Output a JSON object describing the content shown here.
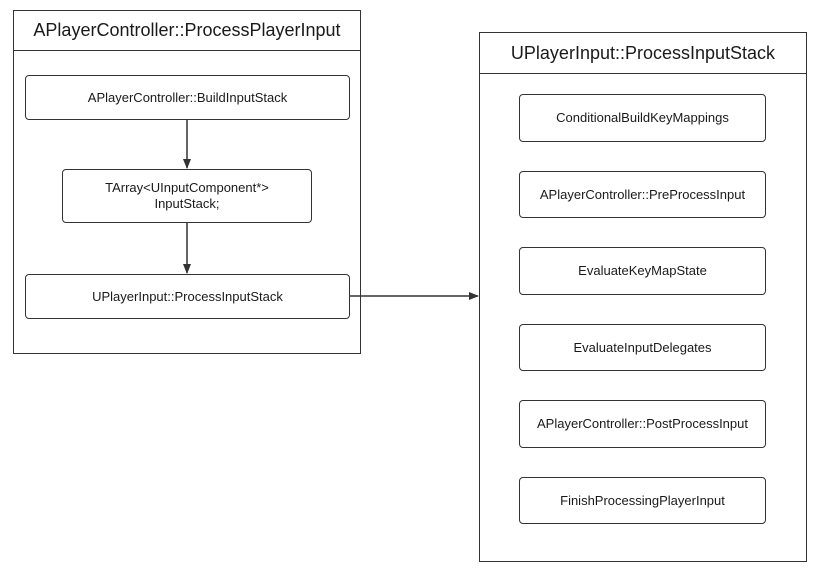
{
  "left_panel": {
    "title": "APlayerController::ProcessPlayerInput",
    "nodes": [
      {
        "line1": "APlayerController::BuildInputStack"
      },
      {
        "line1": "TArray<UInputComponent*>",
        "line2": "InputStack;"
      },
      {
        "line1": "UPlayerInput::ProcessInputStack"
      }
    ]
  },
  "right_panel": {
    "title": "UPlayerInput::ProcessInputStack",
    "nodes": [
      {
        "line1": "ConditionalBuildKeyMappings"
      },
      {
        "line1": "APlayerController::PreProcessInput"
      },
      {
        "line1": "EvaluateKeyMapState"
      },
      {
        "line1": "EvaluateInputDelegates"
      },
      {
        "line1": "APlayerController::PostProcessInput"
      },
      {
        "line1": "FinishProcessingPlayerInput"
      }
    ]
  },
  "colors": {
    "stroke": "#333333",
    "text": "#1a1a1a",
    "background": "#ffffff"
  }
}
